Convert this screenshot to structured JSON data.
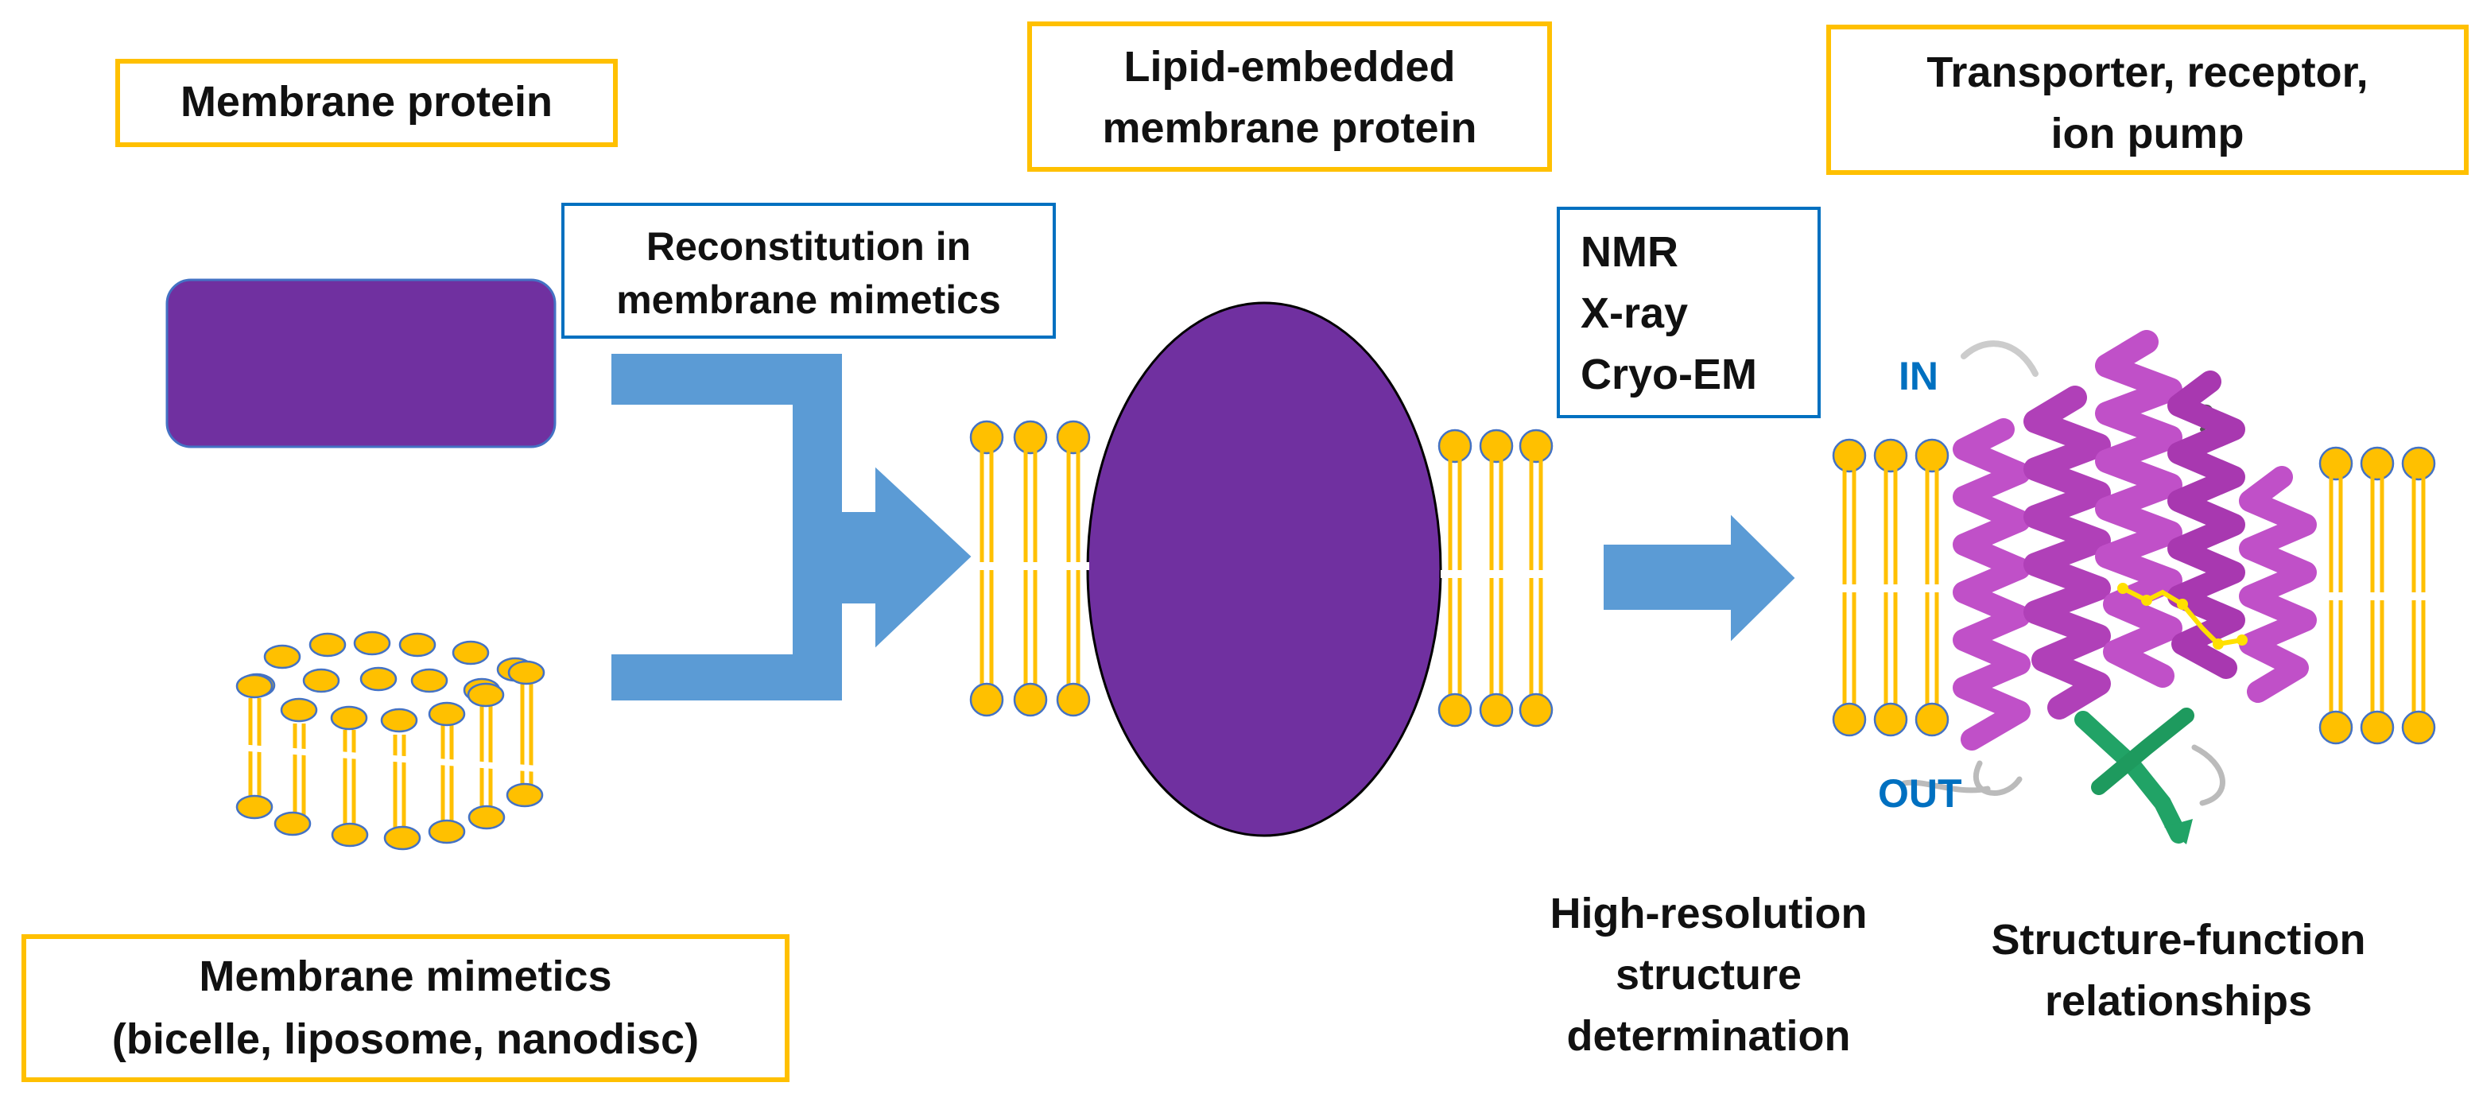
{
  "colors": {
    "label_border": "#FFC000",
    "method_border": "#0070C0",
    "arrow": "#5B9BD5",
    "protein": "#7030A0",
    "lipid": "#FFC000",
    "lipid_stroke": "#4472C4",
    "helix": "#C050C8",
    "strand": "#21A366",
    "in_out": "#0070C0"
  },
  "labels": {
    "membrane_protein": "Membrane protein",
    "lipid_embedded": [
      "Lipid-embedded",
      "membrane protein"
    ],
    "transporter": [
      "Transporter, receptor,",
      "ion pump"
    ],
    "membrane_mimetics": [
      "Membrane mimetics",
      "(bicelle, liposome, nanodisc)"
    ]
  },
  "boxes": {
    "reconstitution": [
      "Reconstitution in",
      "membrane mimetics"
    ],
    "methods": [
      "NMR",
      "X-ray",
      "Cryo-EM"
    ]
  },
  "captions": {
    "high_resolution": [
      "High-resolution",
      "structure",
      "determination"
    ],
    "structure_function": [
      "Structure-function",
      "relationships"
    ]
  },
  "orientation": {
    "in": "IN",
    "out": "OUT"
  },
  "icons": [
    "rectangle-protein",
    "ellipse-protein",
    "lipid-bilayer",
    "nanodisc",
    "helix-bundle-structure",
    "arrow-right"
  ]
}
